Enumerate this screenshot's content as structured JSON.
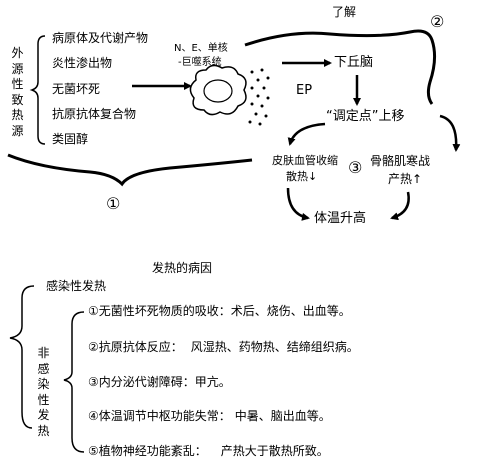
{
  "top": {
    "circle_2": "②",
    "understand": "了解",
    "exogenous_pyrogen": "外源性致热源",
    "sources": [
      "病原体及代谢产物",
      "炎性渗出物",
      "无菌坏死",
      "抗原抗体复合物",
      "类固醇"
    ],
    "cells_line1": "N、E、单核",
    "cells_line2": "-巨噬系统",
    "ep": "EP",
    "hypothalamus": "下丘脑",
    "set_point": "“调定点”上移",
    "vasoconstriction": "皮肤血管收缩",
    "heat_loss": "散热",
    "heat_loss_arrow": "↓",
    "circle_3": "③",
    "shivering": "骨骼肌寒战",
    "heat_gain": "产热",
    "heat_gain_arrow": "↑",
    "temp_rise": "体温升高",
    "circle_1": "①"
  },
  "bottom": {
    "title": "发热的病因",
    "infectious": "感染性发热",
    "non_infectious": "非感染性发热",
    "causes": [
      {
        "label": "①无菌性坏死物质的吸收：",
        "detail": "术后、烧伤、出血等。"
      },
      {
        "label": "②抗原抗体反应：",
        "detail": "风湿热、药物热、结缔组织病。"
      },
      {
        "label": "③内分泌代谢障碍：",
        "detail": "甲亢。"
      },
      {
        "label": "④体温调节中枢功能失常：",
        "detail": "中暑、脑出血等。"
      },
      {
        "label": "⑤植物神经功能紊乱：",
        "detail": "产热大于散热所致。"
      }
    ]
  }
}
